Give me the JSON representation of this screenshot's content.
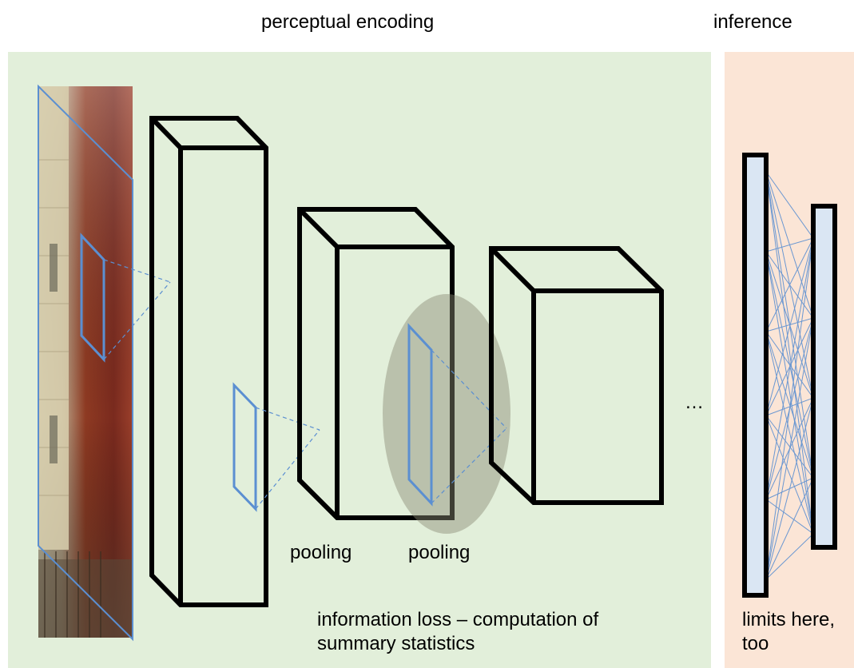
{
  "headers": {
    "perceptual": "perceptual encoding",
    "inference": "inference"
  },
  "labels": {
    "pooling_1": "pooling",
    "pooling_2": "pooling",
    "ellipsis": "…",
    "info_loss_line1": "information loss – computation of",
    "info_loss_line2": "summary statistics",
    "limits_line1": "limits here,",
    "limits_line2": "too"
  },
  "colors": {
    "perceptual_panel": "#e2efda",
    "inference_panel": "#fbe5d6",
    "receptive_field": "#5b8fd1",
    "pooling_ellipse": "#8a8a73",
    "layer_fill": "#dae6f3"
  },
  "image": {
    "description_icon": "autumn-street-photo-icon"
  }
}
